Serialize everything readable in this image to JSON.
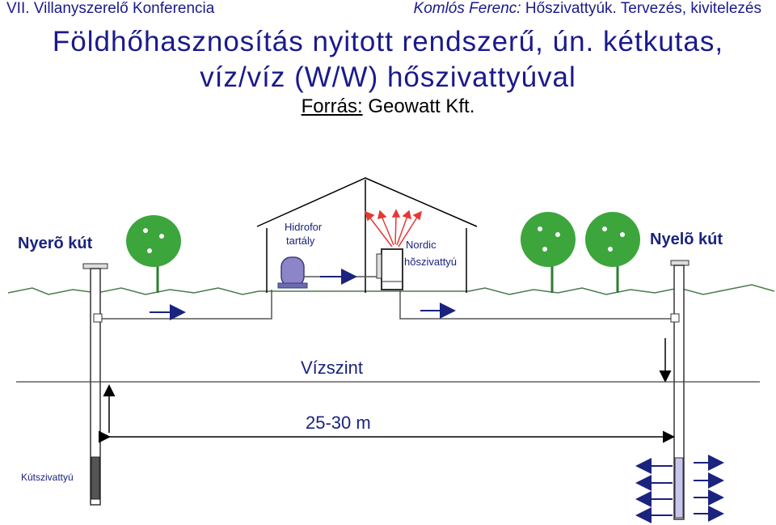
{
  "header": {
    "conference": "VII. Villanyszerelő Konferencia",
    "author": "Komlós Ferenc:",
    "talk": "Hőszivattyúk. Tervezés, kivitelezés"
  },
  "title": {
    "line1": "Földhőhasznosítás nyitott rendszerű, ún. kétkutas,",
    "line2": "víz/víz (W/W) hőszivattyúval"
  },
  "source": {
    "label": "Forrás:",
    "value": "Geowatt Kft."
  },
  "diagram": {
    "labels": {
      "supply_well": "Nyerõ kút",
      "return_well": "Nyelõ kút",
      "hydrophore_1": "Hidrofor",
      "hydrophore_2": "tartály",
      "heatpump_1": "Nordic",
      "heatpump_2": "hõszivattyú",
      "water_level": "Vízszint",
      "distance": "25-30 m",
      "well_pump": "Kútszivattyú"
    },
    "colors": {
      "text": "#1a237e",
      "tree": "#3ca53c",
      "heat_arrow": "#e53935",
      "tank": "#8c86c8"
    }
  }
}
